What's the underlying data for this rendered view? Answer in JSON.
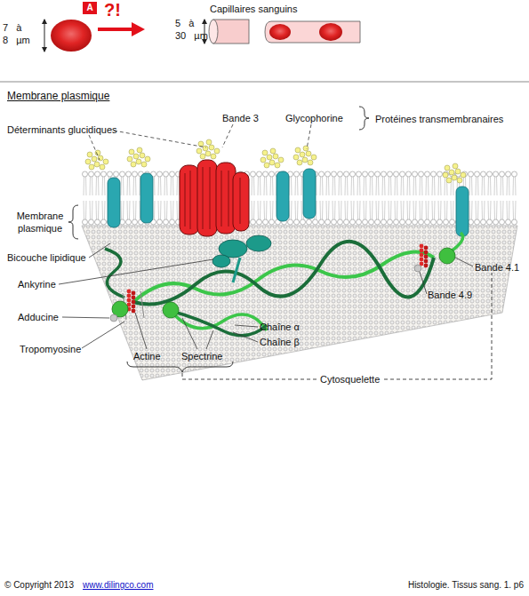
{
  "diagram": {
    "title": "Membrane plasmique",
    "nodes": [
      {
        "text": [
          "A"
        ]
      }
    ],
    "labels": [
      "?!",
      "7 à 8 µm",
      "Capillaires sanguins",
      "5 à 30 µm",
      "Déterminants glucidiques",
      "Bande 3",
      "Glycophorine",
      "Protéines transmembranaires",
      "Membrane plasmique",
      "Bicouche lipidique",
      "Ankyrine",
      "Adducine",
      "Tropomyosine",
      "Actine",
      "Spectrine",
      "Chaîne α",
      "Chaîne β",
      "Bande 4.1",
      "Bande 4.9",
      "Cytosquelette",
      "© Copyright 2013",
      "www.dilingco.com",
      "Histologie. Tissus sang. 1. p6"
    ]
  }
}
